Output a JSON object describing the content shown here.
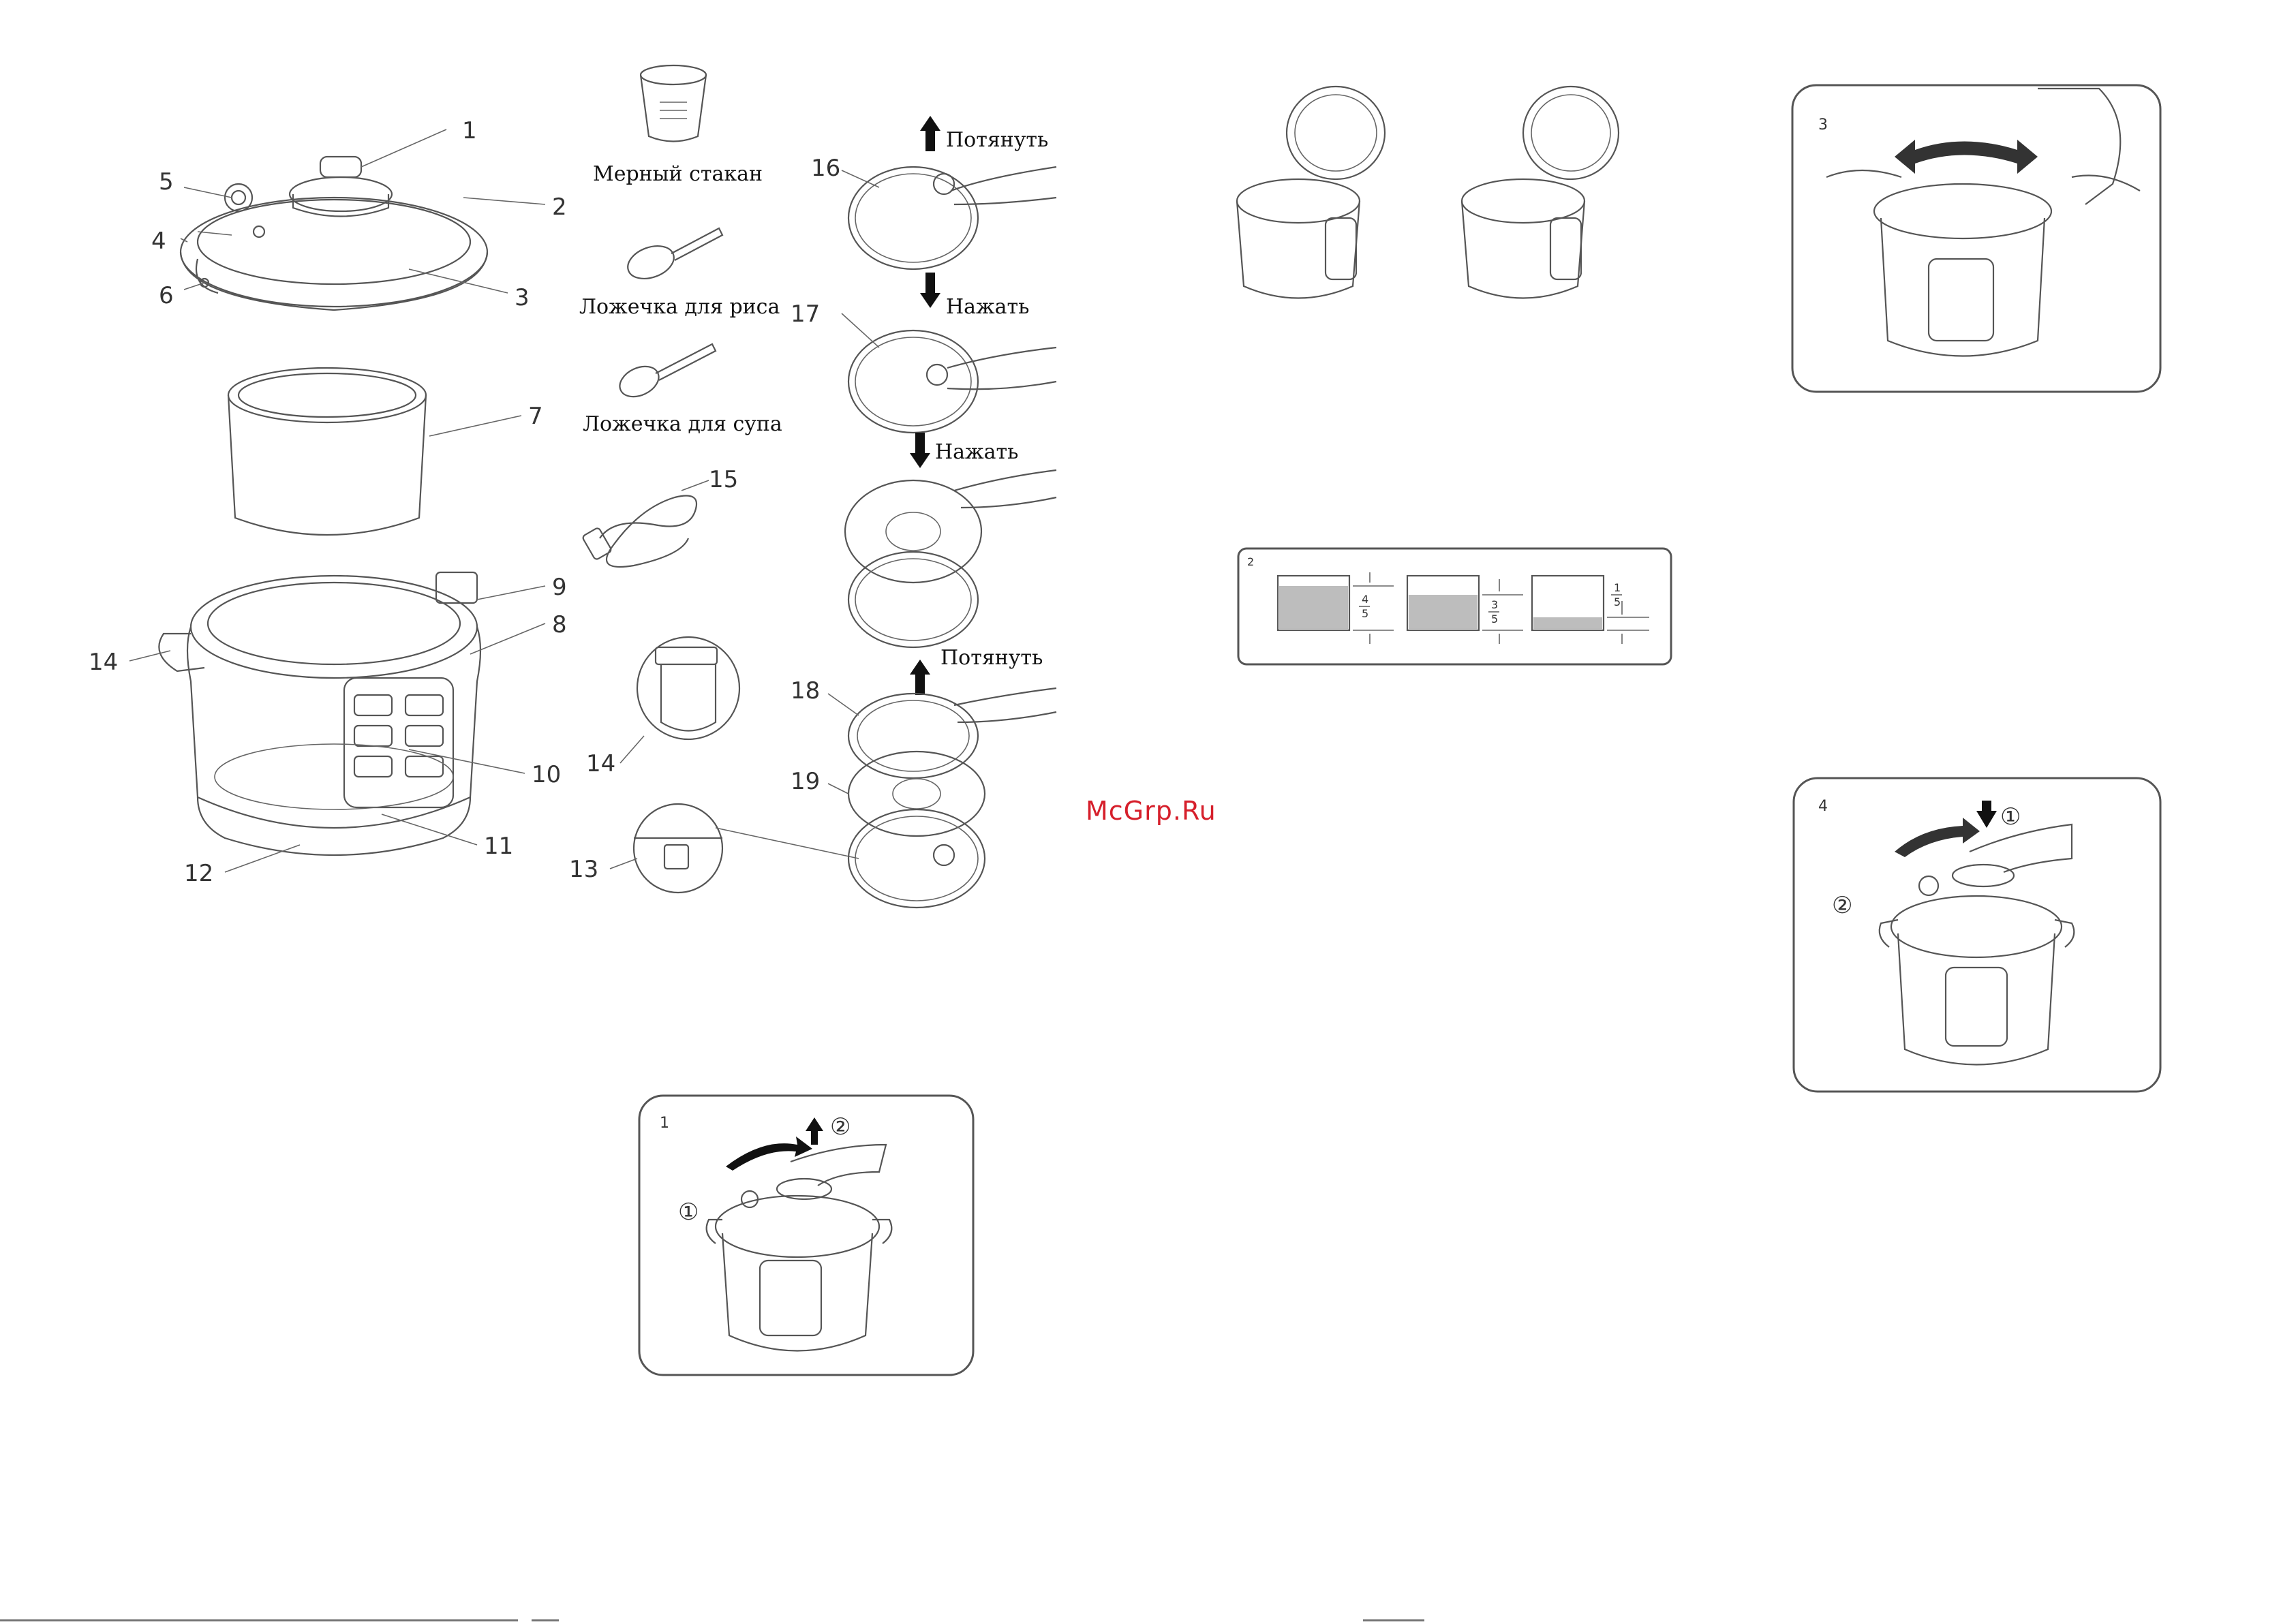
{
  "parts": {
    "p1": "1",
    "p2": "2",
    "p3": "3",
    "p4": "4",
    "p5": "5",
    "p6": "6",
    "p7": "7",
    "p8": "8",
    "p9": "9",
    "p10": "10",
    "p11": "11",
    "p12": "12",
    "p13": "13",
    "p14a": "14",
    "p14b": "14",
    "p15": "15",
    "p16": "16",
    "p17": "17",
    "p18": "18",
    "p19": "19"
  },
  "accessories": {
    "measuring_cup": "Мерный стакан",
    "rice_spoon": "Ложечка для риса",
    "soup_spoon": "Ложечка для супа"
  },
  "actions": {
    "pull_1": "Потянуть",
    "press_1": "Нажать",
    "press_2": "Нажать",
    "pull_2": "Потянуть"
  },
  "figures": {
    "fig1": "1",
    "fig2": "2",
    "fig3": "3",
    "fig4": "4",
    "circle_1": "①",
    "circle_2": "②"
  },
  "fill_levels": {
    "levels": [
      {
        "num": "4",
        "den": "5"
      },
      {
        "num": "3",
        "den": "5"
      },
      {
        "num": "1",
        "den": "5"
      }
    ]
  },
  "watermark": "McGrp.Ru",
  "colors": {
    "line": "#555555",
    "watermark": "#d61f2b",
    "fill_gray": "#bdbdbd"
  }
}
